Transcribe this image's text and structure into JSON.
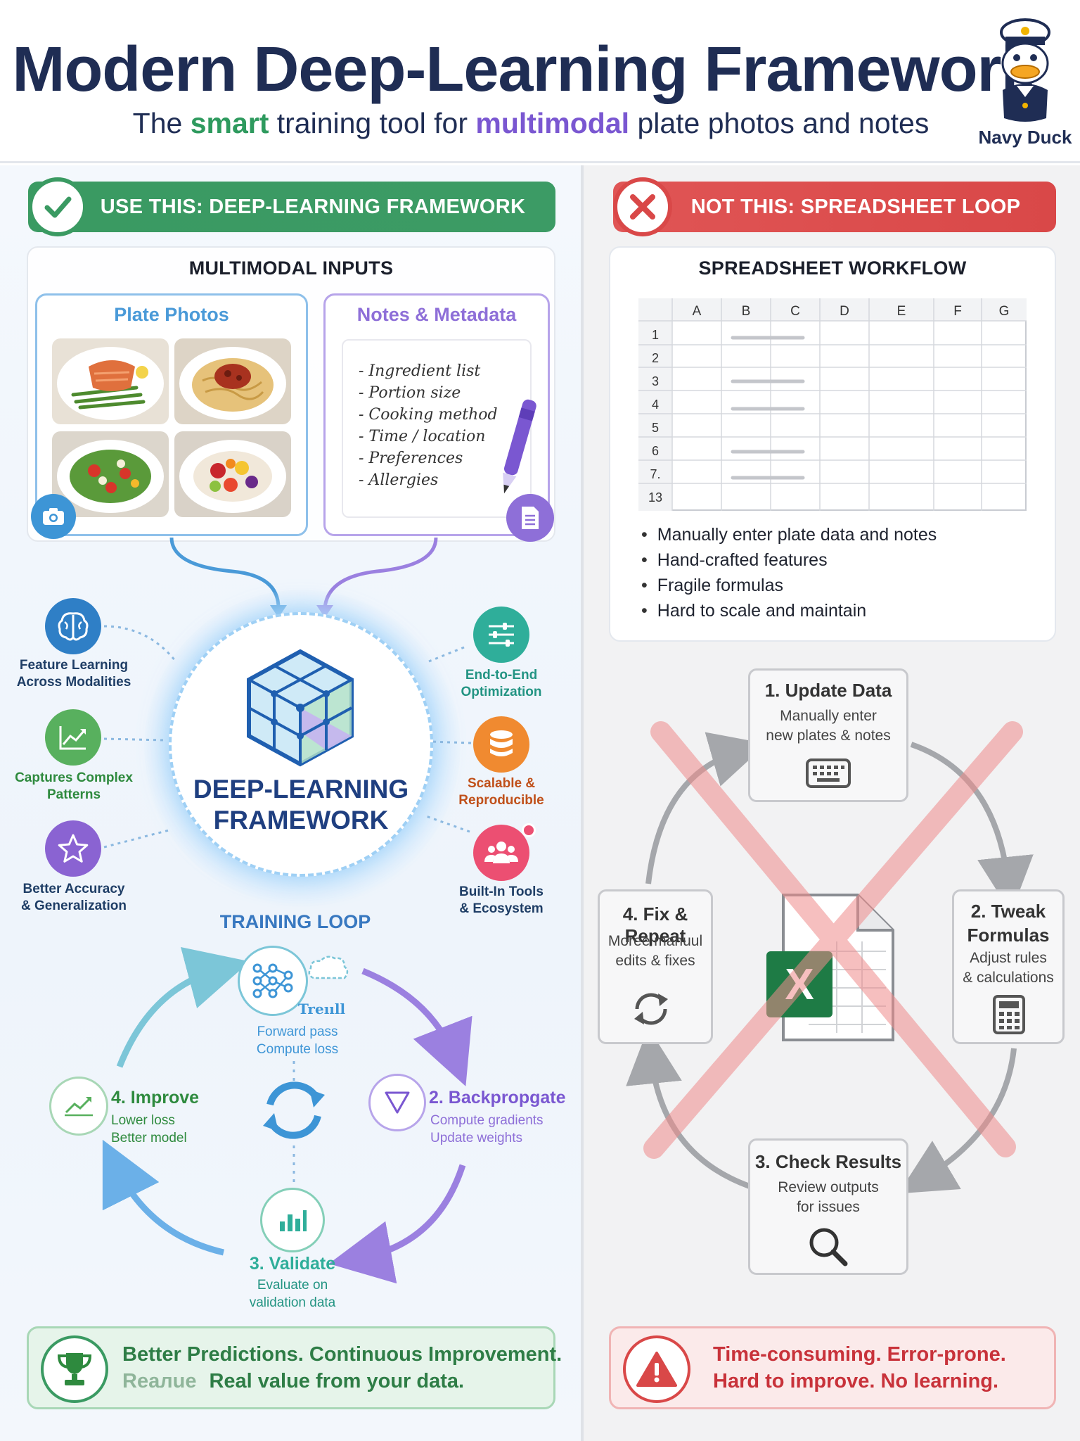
{
  "header": {
    "title": "Modern Deep-Learning Framework",
    "subtitle_parts": [
      "The ",
      "smart",
      " training tool for ",
      "multimodal",
      " plate photos and notes"
    ],
    "mascot_label": "Navy Duck"
  },
  "left": {
    "banner": "USE THIS: DEEP-LEARNING FRAMEWORK",
    "inputs_title": "MULTIMODAL INPUTS",
    "photos_title": "Plate Photos",
    "notes_title": "Notes & Metadata",
    "notes": [
      "- Ingredient list",
      "- Portion size",
      "- Cooking method",
      "- Time / location",
      "- Preferences",
      "- Allergies"
    ],
    "hub_title_line1": "DEEP-LEARNING",
    "hub_title_line2": "FRAMEWORK",
    "features_left": [
      {
        "line1": "Feature Learning",
        "line2": "Across Modalities",
        "color": "#2f7fc6",
        "icon": "brain-icon"
      },
      {
        "line1": "Captures Complex",
        "line2": "Patterns",
        "color": "#58b05e",
        "icon": "trend-chart-icon"
      },
      {
        "line1": "Better Accuracy",
        "line2": "& Generalization",
        "color": "#8a63d2",
        "icon": "star-icon"
      }
    ],
    "features_right": [
      {
        "line1": "End-to-End",
        "line2": "Optimization",
        "color": "#2fae9a",
        "icon": "sliders-icon"
      },
      {
        "line1": "Scalable &",
        "line2": "Reproducible",
        "color": "#f08a30",
        "icon": "database-icon"
      },
      {
        "line1": "Built-In Tools",
        "line2": "& Ecosystem",
        "color": "#ec4f72",
        "icon": "people-icon"
      }
    ],
    "training_title": "TRAINING LOOP",
    "steps": {
      "forward_line1": "Forward pass",
      "forward_line2": "Compute loss",
      "forward_tag": "Treııll",
      "back_title": "2. Backpropgate",
      "back_line1": "Compute gradients",
      "back_line2": "Update weights",
      "validate_title": "3. Validate",
      "validate_line1": "Evaluate on",
      "validate_line2": "validation data",
      "improve_title": "4. Improve",
      "improve_line1": "Lower loss",
      "improve_line2": "Better model"
    },
    "result_line1": "Better Predictions. Continuous Improvement.",
    "result_line2_prefix": "Reaлue",
    "result_line2": "Real value from your data."
  },
  "right": {
    "banner": "NOT THIS: SPREADSHEET LOOP",
    "sheet_title": "SPREADSHEET WORKFLOW",
    "columns": [
      "A",
      "B",
      "C",
      "D",
      "E",
      "F",
      "G"
    ],
    "rows": [
      "1",
      "2",
      "3",
      "4",
      "5",
      "6",
      "7.",
      "13"
    ],
    "bullets": [
      "Manually enter plate data and notes",
      "Hand-crafted features",
      "Fragile formulas",
      "Hard to scale and maintain"
    ],
    "loop": {
      "update_title": "1. Update Data",
      "update_line1": "Manually enter",
      "update_line2": "new plates & notes",
      "tweak_title_line1": "2. Tweak",
      "tweak_title_line2": "Formulas",
      "tweak_line1": "Adjust rules",
      "tweak_line2": "& calculations",
      "check_title": "3. Check Results",
      "check_line1": "Review outputs",
      "check_line2": "for issues",
      "fix_title": "4. Fix & Repeat",
      "fix_line1": "Moree manuul",
      "fix_line2": "edits & fixes"
    },
    "excel_letter": "X",
    "result_line1": "Time-consuming. Error-prone.",
    "result_line2": "Hard to improve. No learning."
  },
  "colors": {
    "green": "#3a9a62",
    "red": "#d94848",
    "navy": "#1f2d54",
    "purple": "#7a57d1",
    "blue": "#3d95d6"
  }
}
